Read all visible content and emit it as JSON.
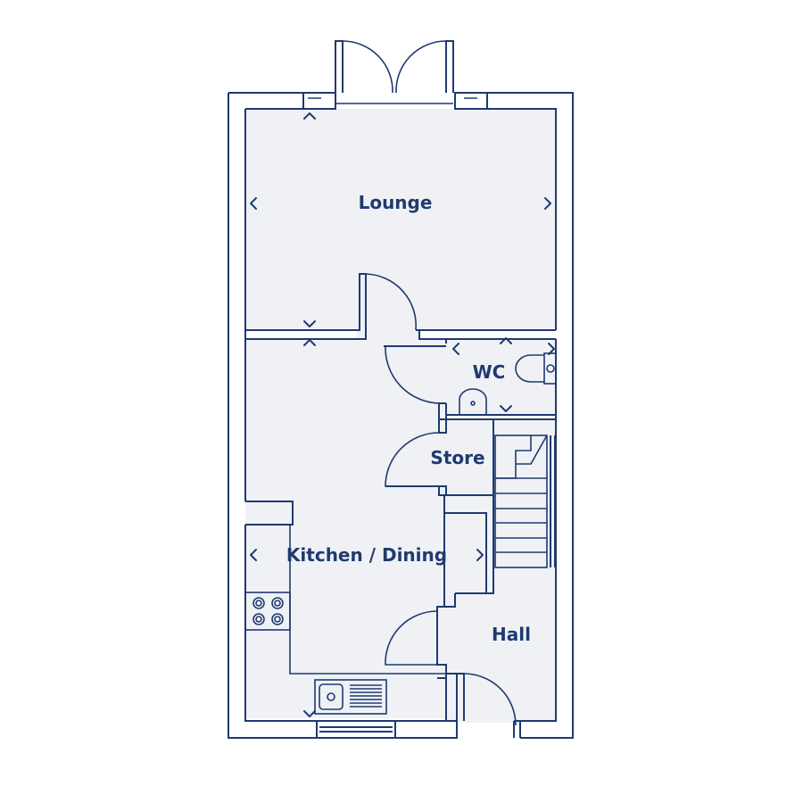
{
  "rooms": {
    "lounge": "Lounge",
    "wc": "WC",
    "store": "Store",
    "kitchen_dining": "Kitchen / Dining",
    "hall": "Hall"
  },
  "colors": {
    "line": "#1f3a70",
    "floor": "#eff1f5",
    "background": "#ffffff"
  }
}
